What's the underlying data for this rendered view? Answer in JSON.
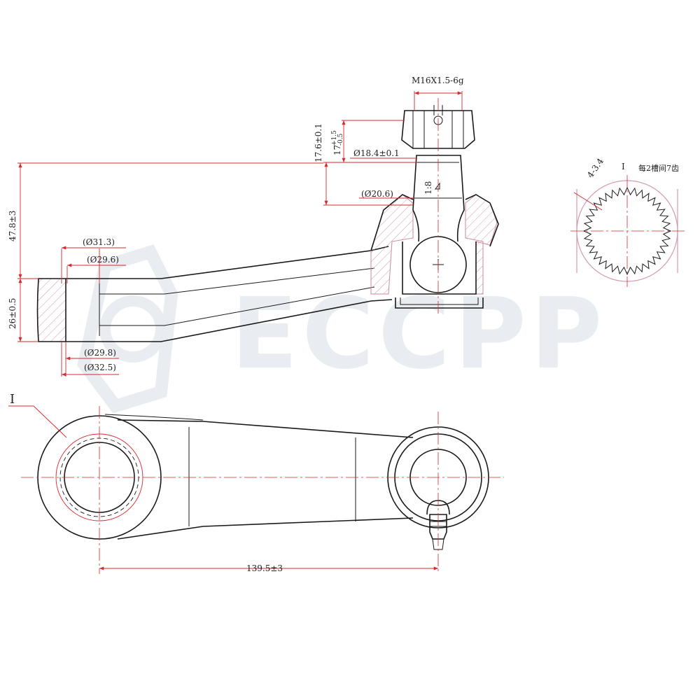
{
  "drawing": {
    "watermark": "ECCPP",
    "thread_spec": "M16X1.5-6g",
    "dim_nut_height": "17.6±0.1",
    "dim_nut_height2_main": "17",
    "dim_nut_height2_upper": "+1.5",
    "dim_nut_height2_lower": "-0.5",
    "dim_stud_dia": "Ø18.4±0.1",
    "taper": "1:8",
    "dim_stud_base": "(Ø20.6)",
    "dim_height": "47.8±3",
    "dim_bore_top_outer": "(Ø31.3)",
    "dim_bore_top_inner": "(Ø29.6)",
    "dim_boss_height": "26±0.5",
    "dim_bore_bottom_inner": "(Ø29.8)",
    "dim_bore_bottom_outer": "(Ø32.5)",
    "dim_center_distance": "139.5±3",
    "detail_marker": "I",
    "detail_label": "I",
    "spline_dim": "4-3.4",
    "spline_note": "每2槽间7齿"
  }
}
